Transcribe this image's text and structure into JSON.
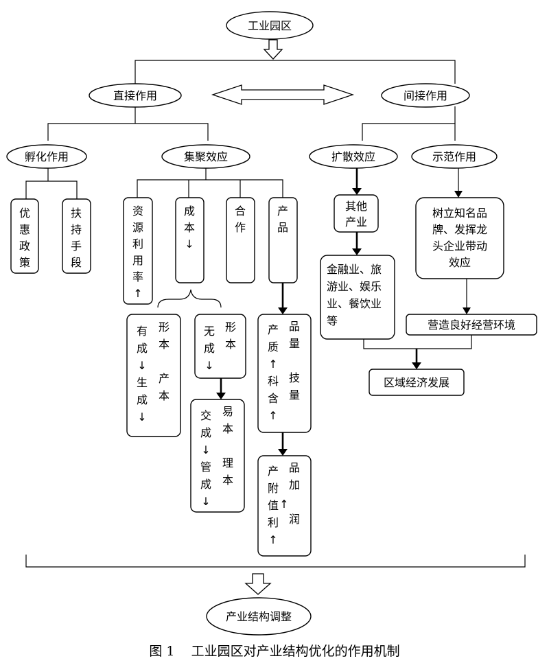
{
  "nodes": {
    "top": "工业园区",
    "direct": "直接作用",
    "indirect": "间接作用",
    "incubation": "孵化作用",
    "cluster": "集聚效应",
    "diffusion": "扩散效应",
    "demo": "示范作用",
    "pref_policy": [
      "优",
      "惠",
      "政",
      "策"
    ],
    "support": [
      "扶",
      "持",
      "手",
      "段"
    ],
    "resource": [
      "资",
      "源",
      "利",
      "用",
      "率",
      "↑"
    ],
    "cost_down": [
      "成",
      "本",
      "↓"
    ],
    "coop": [
      "合",
      "作"
    ],
    "product": [
      "产",
      "品"
    ],
    "tangible_left": [
      "有",
      "成",
      "↓",
      "生",
      "成",
      "↓"
    ],
    "tangible_right": [
      "形",
      "本",
      "",
      "产",
      "本"
    ],
    "intangible_left": [
      "无",
      "成",
      "↓"
    ],
    "intangible_right": [
      "形",
      "本"
    ],
    "trade_left": [
      "交",
      "成",
      "↓",
      "管",
      "成",
      "↓"
    ],
    "trade_right": [
      "易",
      "本",
      "",
      "理",
      "本"
    ],
    "quality_left": [
      "产",
      "质",
      "↑",
      "科",
      "含",
      "↑"
    ],
    "quality_right": [
      "品",
      "量",
      "",
      "技",
      "量"
    ],
    "value_left": [
      "产",
      "附",
      "值",
      "利",
      "↑"
    ],
    "value_right": [
      "品",
      "加",
      "↑",
      "润"
    ],
    "other_industry": [
      "其他",
      "产业"
    ],
    "services": [
      "金融业、旅",
      "游业、娱乐",
      "业、餐饮业",
      "等"
    ],
    "brand": [
      "树立知名品",
      "牌、发挥龙",
      "头企业带动",
      "效应"
    ],
    "environment": "营造良好经营环境",
    "regional": "区域经济发展",
    "bottom": "产业结构调整"
  },
  "caption": "图 1    工业园区对产业结构优化的作用机制"
}
